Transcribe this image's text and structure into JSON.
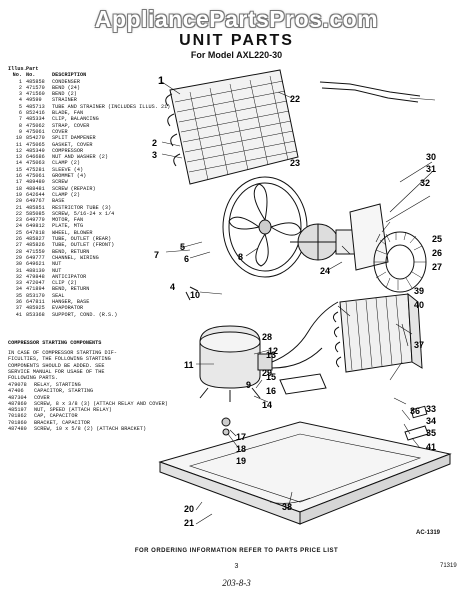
{
  "watermark": "AppliancePartsPros.com",
  "title": "UNIT PARTS",
  "subtitle": "For Model AXL220-30",
  "headers": {
    "illus_1": "Illus.",
    "part_1": "Part",
    "illus_2": "No.",
    "part_2": "No.",
    "desc": "DESCRIPTION"
  },
  "parts": [
    {
      "no": "1",
      "pn": "485858",
      "desc": "CONDENSER"
    },
    {
      "no": "2",
      "pn": "471570",
      "desc": "BEND (24)"
    },
    {
      "no": "3",
      "pn": "471560",
      "desc": "BEND (2)"
    },
    {
      "no": "4",
      "pn": "49599",
      "desc": "STRAINER"
    },
    {
      "no": "5",
      "pn": "485713",
      "desc": "TUBE AND STRAINER (INCLUDES ILLUS. 21)"
    },
    {
      "no": "6",
      "pn": "852416",
      "desc": "BLADE, FAN"
    },
    {
      "no": "7",
      "pn": "485334",
      "desc": "CLIP, BALANCING"
    },
    {
      "no": "8",
      "pn": "475062",
      "desc": "STRAP, COVER"
    },
    {
      "no": "9",
      "pn": "475061",
      "desc": "COVER"
    },
    {
      "no": "10",
      "pn": "854270",
      "desc": "SPLIT DAMPENER"
    },
    {
      "no": "11",
      "pn": "475065",
      "desc": "GASKET, COVER"
    },
    {
      "no": "12",
      "pn": "485349",
      "desc": "COMPRESSOR"
    },
    {
      "no": "13",
      "pn": "646686",
      "desc": "NUT AND WASHER (2)"
    },
    {
      "no": "14",
      "pn": "475063",
      "desc": "CLAMP (2)"
    },
    {
      "no": "15",
      "pn": "475281",
      "desc": "SLEEVE (4)"
    },
    {
      "no": "16",
      "pn": "475061",
      "desc": "GROMMET (4)"
    },
    {
      "no": "17",
      "pn": "489480",
      "desc": "SCREW"
    },
    {
      "no": "18",
      "pn": "488481",
      "desc": "SCREW (REPAIR)"
    },
    {
      "no": "19",
      "pn": "642644",
      "desc": "CLAMP (2)"
    },
    {
      "no": "20",
      "pn": "649767",
      "desc": "BASE"
    },
    {
      "no": "21",
      "pn": "485851",
      "desc": "RESTRICTOR TUBE (3)"
    },
    {
      "no": "22",
      "pn": "585085",
      "desc": "SCREW, 5/16-24 x 1/4"
    },
    {
      "no": "23",
      "pn": "649779",
      "desc": "MOTOR, FAN"
    },
    {
      "no": "24",
      "pn": "649812",
      "desc": "PLATE, MTG"
    },
    {
      "no": "25",
      "pn": "647818",
      "desc": "WHEEL, BLOWER"
    },
    {
      "no": "26",
      "pn": "485827",
      "desc": "TUBE, OUTLET (REAR)"
    },
    {
      "no": "27",
      "pn": "485826",
      "desc": "TUBE, OUTLET (FRONT)"
    },
    {
      "no": "28",
      "pn": "471559",
      "desc": "BEND, RETURN"
    },
    {
      "no": "29",
      "pn": "649777",
      "desc": "CHANNEL, WIRING"
    },
    {
      "no": "30",
      "pn": "649621",
      "desc": "NUT"
    },
    {
      "no": "31",
      "pn": "488130",
      "desc": "NUT"
    },
    {
      "no": "32",
      "pn": "479848",
      "desc": "ANTICIPATOR"
    },
    {
      "no": "33",
      "pn": "472047",
      "desc": "CLIP (2)"
    },
    {
      "no": "34",
      "pn": "471894",
      "desc": "BEND, RETURN"
    },
    {
      "no": "35",
      "pn": "853170",
      "desc": "SEAL"
    },
    {
      "no": "36",
      "pn": "647811",
      "desc": "HANGER, BASE"
    },
    {
      "no": "37",
      "pn": "485925",
      "desc": "EVAPORATOR"
    },
    {
      "no": "41",
      "pn": "853368",
      "desc": "SUPPORT, COND. (R.S.)"
    }
  ],
  "starting": {
    "title": "COMPRESSOR STARTING COMPONENTS",
    "note": "IN CASE OF COMPRESSOR STARTING DIF-\nFICULTIES, THE FOLLOWING STARTING\nCOMPONENTS SHOULD BE ADDED. SEE\nSERVICE MANUAL FOR USAGE OF THE\nFOLLOWING PARTS.",
    "items": [
      {
        "pn": "479078",
        "desc": "RELAY, STARTING"
      },
      {
        "pn": "47406",
        "desc": "CAPACITOR, STARTING"
      },
      {
        "pn": "487304",
        "desc": "COVER"
      },
      {
        "pn": "487869",
        "desc": "SCREW, 8 x 3/8 (3) (ATTACH RELAY AND COVER)"
      },
      {
        "pn": "485197",
        "desc": "NUT, SPEED (ATTACH RELAY)"
      },
      {
        "pn": "701862",
        "desc": "CAP, CAPACITOR"
      },
      {
        "pn": "701860",
        "desc": "BRACKET, CAPACITOR"
      },
      {
        "pn": "487480",
        "desc": "SCREW, 10 x 5/8 (2) (ATTACH BRACKET)"
      }
    ]
  },
  "callouts": {
    "c1": "1",
    "c2": "2",
    "c3": "3",
    "c4": "4",
    "c5": "5",
    "c6": "6",
    "c7": "7",
    "c8": "8",
    "c9": "9",
    "c10": "10",
    "c11": "11",
    "c12": "12",
    "c13": "13",
    "c14": "14",
    "c15": "15",
    "c16": "16",
    "c17": "17",
    "c18": "18",
    "c19": "19",
    "c20": "20",
    "c21": "21",
    "c22": "22",
    "c23": "23",
    "c24": "24",
    "c25": "25",
    "c26": "26",
    "c27": "27",
    "c28": "28",
    "c29": "29",
    "c30": "30",
    "c31": "31",
    "c32": "32",
    "c33": "33",
    "c34": "34",
    "c35": "35",
    "c36": "36",
    "c37": "37",
    "c38": "38",
    "c39": "39",
    "c40": "40",
    "c41": "41"
  },
  "diagram_code": "AC-1319",
  "footer": "FOR ORDERING INFORMATION REFER TO PARTS PRICE LIST",
  "page_number": "3",
  "code": "71319",
  "handwritten": "203-8-3"
}
